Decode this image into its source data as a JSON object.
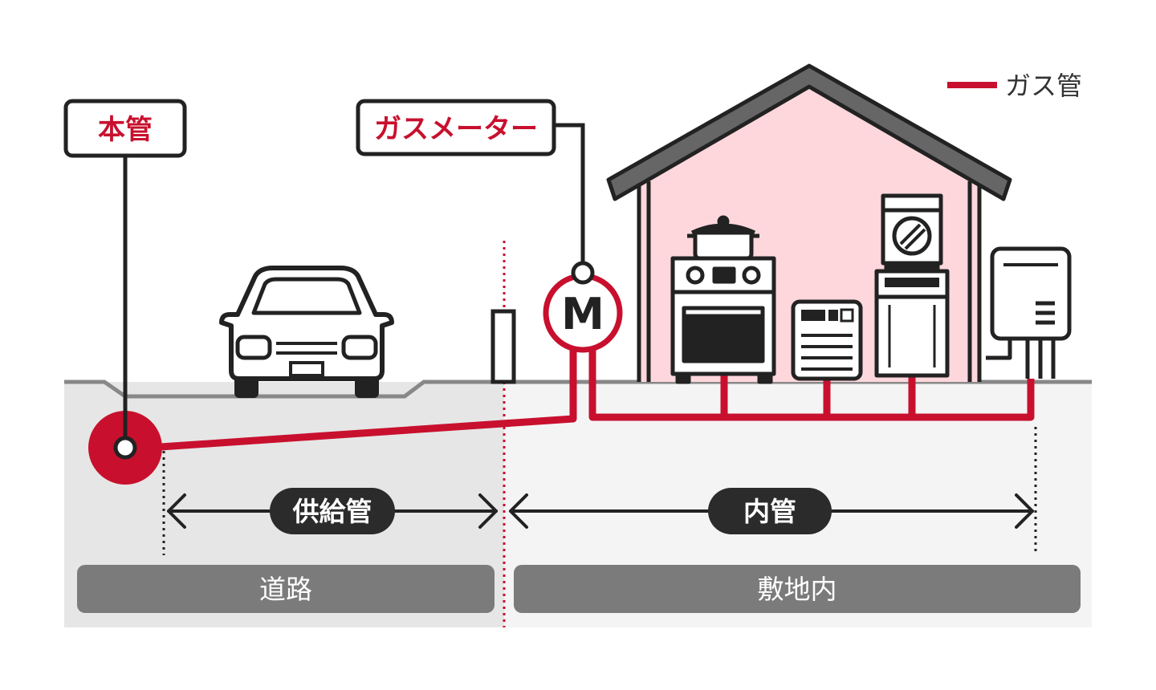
{
  "labels": {
    "main_pipe": "本管",
    "gas_meter": "ガスメーター",
    "meter_symbol": "M",
    "supply_pipe": "供給管",
    "inner_pipe": "内管",
    "road": "道路",
    "premises": "敷地内"
  },
  "legend": {
    "gas_pipe": "ガス管"
  },
  "colors": {
    "gas_pipe": "#c8102e",
    "house_fill": "#fdd7dc",
    "roof": "#666666",
    "ground_road": "#e6e6e6",
    "ground_premises": "#f4f4f4",
    "zone_bar": "#7b7b7b",
    "pill": "#2b2b2b"
  }
}
